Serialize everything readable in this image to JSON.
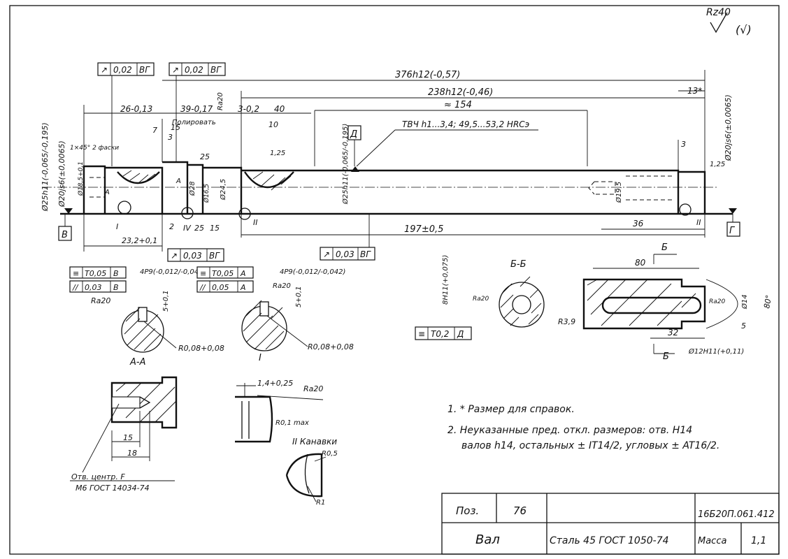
{
  "roughness": {
    "general": "Rz40",
    "others": "(√)"
  },
  "tolerance_frames": {
    "runout_a": [
      "↗",
      "0,02",
      "ВГ"
    ],
    "runout_b": [
      "↗",
      "0,02",
      "ВГ"
    ],
    "runout_c": [
      "↗",
      "0,03",
      "ВГ"
    ],
    "runout_d": [
      "↗",
      "0,03",
      "ВГ"
    ],
    "sym_aa": [
      "≡",
      "T0,05",
      "В"
    ],
    "par_aa": [
      "//",
      "0,03",
      "В"
    ],
    "sym_i": [
      "≡",
      "T0,05",
      "А"
    ],
    "par_i": [
      "//",
      "0,05",
      "А"
    ],
    "sym_bb": [
      "≡",
      "T0,2",
      "Д"
    ]
  },
  "datums": {
    "v": "В",
    "g": "Г",
    "d": "Д"
  },
  "dims": {
    "overall_1": "376h12(-0,57)",
    "overall_2": "238h12(-0,46)",
    "approx": "≈ 154",
    "d1": "26-0,13",
    "d2": "39-0,17",
    "d3": "3-0,2",
    "d4": "40",
    "d5": "15",
    "d6": "3",
    "d7": "7",
    "d8": "25",
    "d9": "10",
    "d10": "13*",
    "d11": "3",
    "d12": "197±0,5",
    "d13": "36",
    "d14": "23,2+0,1",
    "d15": "2",
    "d16": "25",
    "d17": "15",
    "dia_left": "Ø25h11(-0,065/-0,195)",
    "dia_20": "Ø20js6(±0,0065)",
    "dia_right": "Ø20js6(±0,0065)",
    "dia_mid": "Ø25h11(-0,065/-0,195)",
    "dia_19_5": "Ø19,5",
    "dia_28": "Ø28",
    "dia_24_5": "Ø24,5",
    "dia_16_5": "Ø16,5",
    "dia_18_5": "Ø18,5+0,1",
    "r_125": "1,25",
    "r_125b": "1,25",
    "chamfer": "1×45° 2 фаски",
    "hardness": "ТВЧ h1...3,4; 49,5...53,2 HRCэ",
    "polish": "Полировать",
    "ra_20": "Ra20",
    "section_i": "I",
    "section_ii": "II",
    "section_iv": "IV",
    "keyway_aa": "4P9(-0,012/-0,042)",
    "keyway_i": "4P9(-0,012/-0,042)",
    "depth_aa": "5+0,1",
    "depth_i": "5+0,1",
    "r_aa": "R0,08+0,08",
    "r_i": "R0,08+0,08",
    "label_aa": "А-А",
    "label_i": "I",
    "bb_label": "Б-Б",
    "bb_width": "8H11(+0,075)",
    "bb_len": "80",
    "bb_r": "R3,9",
    "bb_d": "Ø14",
    "bb_angle": "80°",
    "bb_32": "32",
    "bb_5": "5",
    "bb_hole": "Ø12H11(+0,11)",
    "b_letter": "Б",
    "center_15": "15",
    "center_18": "18",
    "center_note_1": "Отв. центр. F",
    "center_note_2": "М6 ГОСТ 14034-74",
    "groove_dim": "1,4+0,25",
    "groove_r": "R0,1 max",
    "groove_title": "II Канавки",
    "groove_r5": "R0,5",
    "groove_r1": "R1",
    "a_letter": "А"
  },
  "notes": [
    "1. * Размер для справок.",
    "2. Неуказанные пред. откл. размеров: отв. Н14",
    "валов h14, остальных ± IT14/2, угловых ± AT16/2."
  ],
  "title_block": {
    "pos_label": "Поз.",
    "pos_value": "76",
    "code": "16Б20П.061.412",
    "name": "Вал",
    "material": "Сталь 45 ГОСТ 1050-74",
    "mass_label": "Масса",
    "scale": "1,1"
  }
}
